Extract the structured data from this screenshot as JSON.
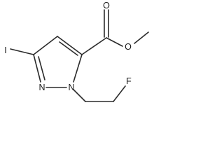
{
  "molecule": {
    "atoms": {
      "iodine": "I",
      "nitrogen_2": "N",
      "nitrogen_1": "N",
      "carbonyl_oxygen": "O",
      "ester_oxygen": "O",
      "fluorine": "F"
    }
  }
}
